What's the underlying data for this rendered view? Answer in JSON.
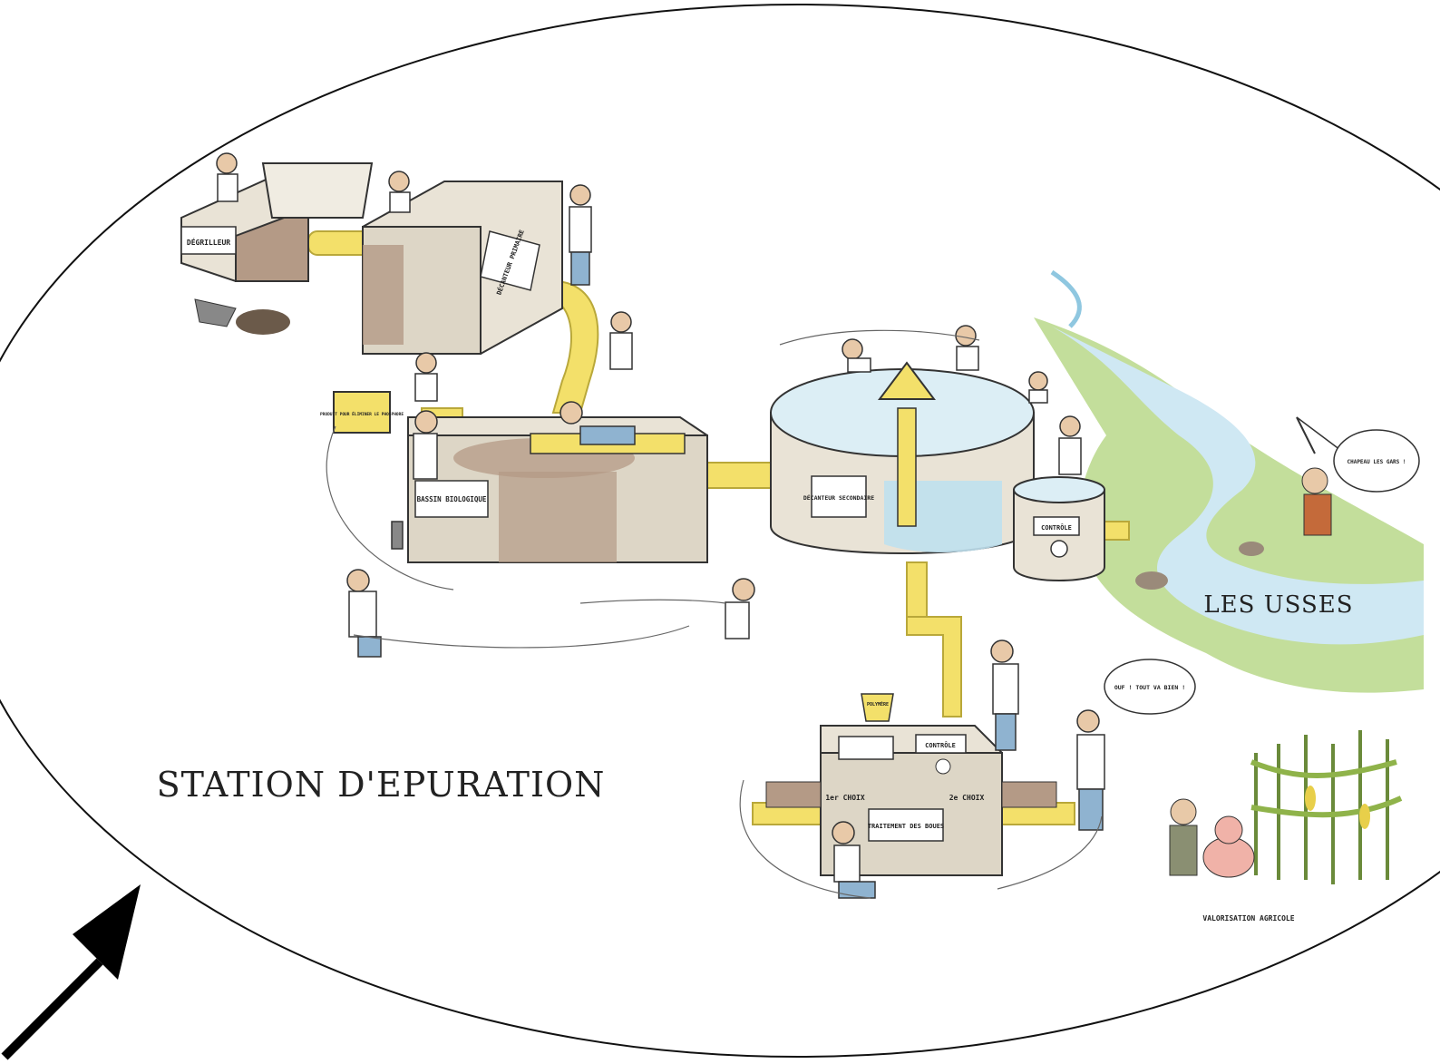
{
  "title": "STATION D'EPURATION",
  "river_label": "LES USSES",
  "labels": {
    "degrilleur": "DÉGRILLEUR",
    "decanteur_primaire": "DÉCANTEUR PRIMAIRE",
    "produit": "PRODUIT POUR ÉLIMINER LE PHOSPHORE",
    "bassin": "BASSIN BIOLOGIQUE",
    "decanteur_secondaire": "DÉCANTEUR SECONDAIRE",
    "controle_top": "CONTRÔLE",
    "polymere": "POLYMÈRE",
    "controle_boues": "CONTRÔLE",
    "choix1": "1er CHOIX",
    "choix2": "2e CHOIX",
    "traitement": "TRAITEMENT DES BOUES",
    "valorisation": "VALORISATION AGRICOLE"
  },
  "bubbles": {
    "chapeau": "CHAPEAU LES GARS !",
    "ouf": "OUF ! TOUT VA BIEN !"
  },
  "colors": {
    "pipe": "#f3e06a",
    "tank": "#e9e3d6",
    "sludge": "#b49a86",
    "water": "#bfe0ee",
    "river_bank": "#b9d88a",
    "river": "#cfe8f3"
  }
}
